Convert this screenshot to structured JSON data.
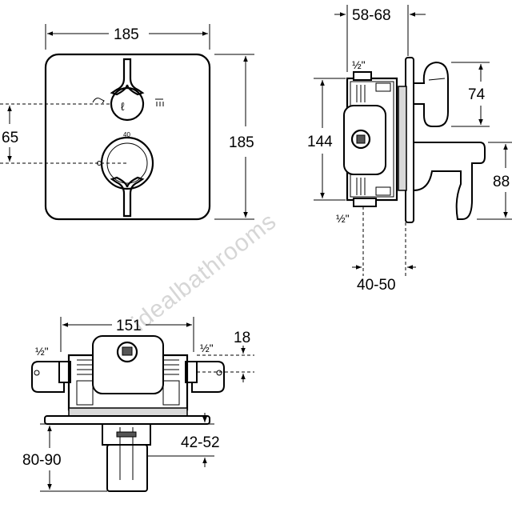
{
  "watermark": "idealbathrooms",
  "front_view": {
    "dim_width": "185",
    "dim_height": "185",
    "dim_spacing": "65",
    "dial_mark": "40"
  },
  "side_view": {
    "dim_depth": "58-68",
    "dim_thread_top": "½\"",
    "dim_thread_bottom": "½\"",
    "dim_body_height": "144",
    "dim_lever_top": "74",
    "dim_lever_bottom": "88",
    "dim_wall_depth": "40-50"
  },
  "bottom_view": {
    "dim_body_width": "151",
    "dim_thread_left": "½\"",
    "dim_thread_right": "½\"",
    "dim_offset": "18",
    "dim_depth_total": "80-90",
    "dim_depth_inner": "42-52"
  }
}
